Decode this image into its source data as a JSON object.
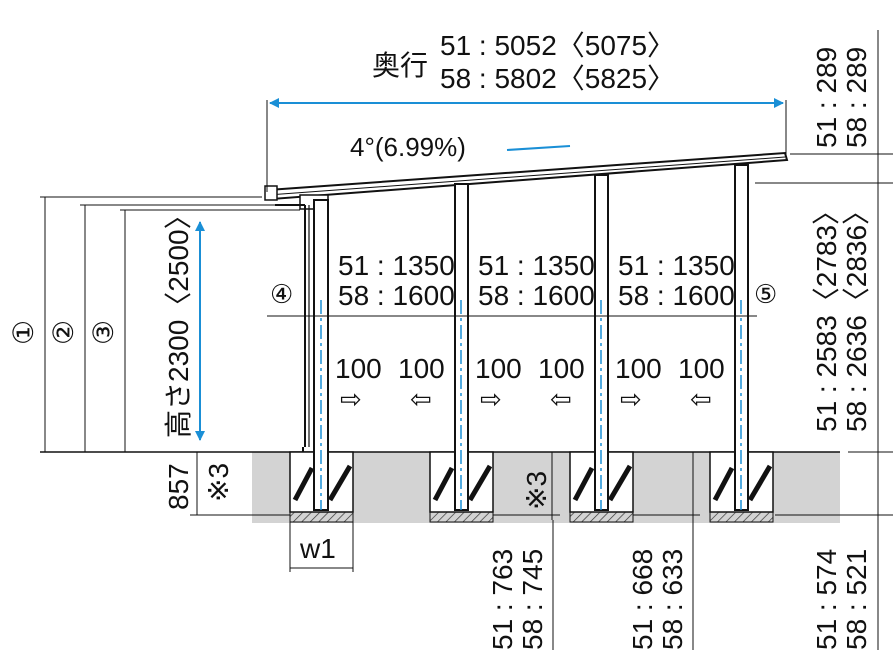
{
  "colors": {
    "line": "#111111",
    "dimension": "#1a8fd6",
    "foundation": "#d3d3d3",
    "footing": "#ffffff"
  },
  "depth": {
    "label": "奥行",
    "line1": "51 : 5052〈5075〉",
    "line2": "58 : 5802〈5825〉"
  },
  "slope": "4°(6.99%)",
  "eave_height": {
    "line1": "51 : 289",
    "line2": "58 : 289"
  },
  "total_height": {
    "line1": "51 : 2583〈2783〉",
    "line2": "58 : 2636〈2836〉"
  },
  "clear_height": "高さ2300〈2500〉",
  "height_markers": [
    "①",
    "②",
    "③"
  ],
  "spans": [
    {
      "line1": "51 : 1350",
      "line2": "58 : 1600"
    },
    {
      "line1": "51 : 1350",
      "line2": "58 : 1600"
    },
    {
      "line1": "51 : 1350",
      "line2": "58 : 1600"
    }
  ],
  "post_markers": [
    "④",
    "⑤"
  ],
  "post_offsets": [
    "100",
    "100",
    "100",
    "100",
    "100",
    "100"
  ],
  "arrow_glyphs": [
    "⇨",
    "⇦",
    "⇨",
    "⇦",
    "⇨",
    "⇦"
  ],
  "footing_depth": "857",
  "note_mark": "※3",
  "note_mark_2": "※3",
  "footing_width": "w1",
  "bottom_dims": [
    {
      "line1": "51 : 763",
      "line2": "58 : 745"
    },
    {
      "line1": "51 : 668",
      "line2": "58 : 633"
    },
    {
      "line1": "51 : 574",
      "line2": "58 : 521"
    }
  ]
}
